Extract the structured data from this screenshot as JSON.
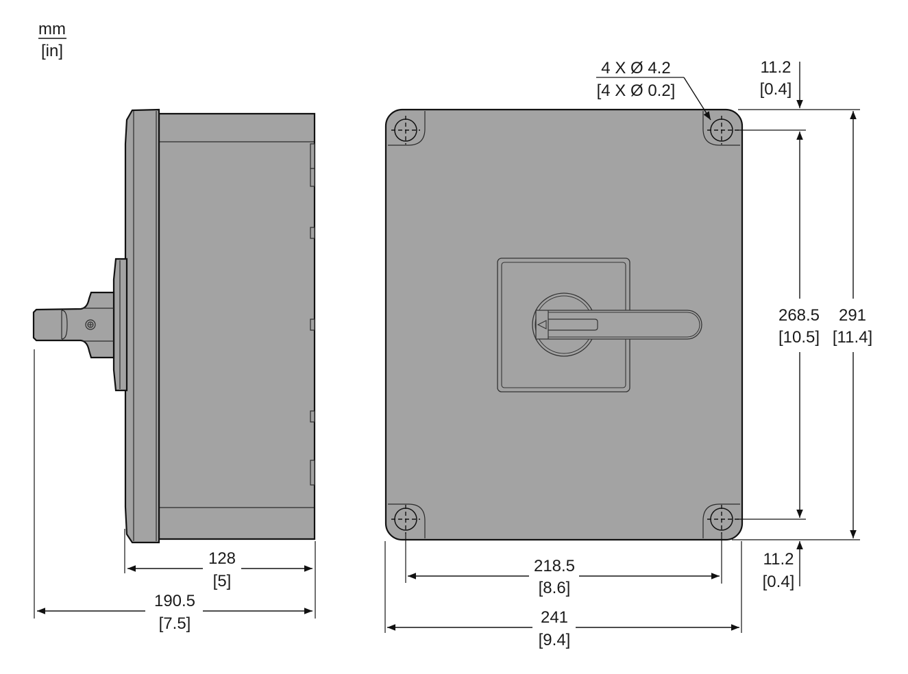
{
  "units": {
    "primary": "mm",
    "secondary": "[in]"
  },
  "side_view": {
    "depth_body": {
      "mm": "128",
      "in": "[5]"
    },
    "depth_overall": {
      "mm": "190.5",
      "in": "[7.5]"
    }
  },
  "front_view": {
    "hole_callout": {
      "mm": "4 X Ø 4.2",
      "in": "[4 X Ø 0.2]"
    },
    "top_offset": {
      "mm": "11.2",
      "in": "[0.4]"
    },
    "bottom_offset": {
      "mm": "11.2",
      "in": "[0.4]"
    },
    "hole_pitch_vertical": {
      "mm": "268.5",
      "in": "[10.5]"
    },
    "height_overall": {
      "mm": "291",
      "in": "[11.4]"
    },
    "hole_pitch_horizontal": {
      "mm": "218.5",
      "in": "[8.6]"
    },
    "width_overall": {
      "mm": "241",
      "in": "[9.4]"
    }
  },
  "colors": {
    "enclosure_fill": "#a3a3a3",
    "line": "#111111",
    "background": "#ffffff"
  }
}
